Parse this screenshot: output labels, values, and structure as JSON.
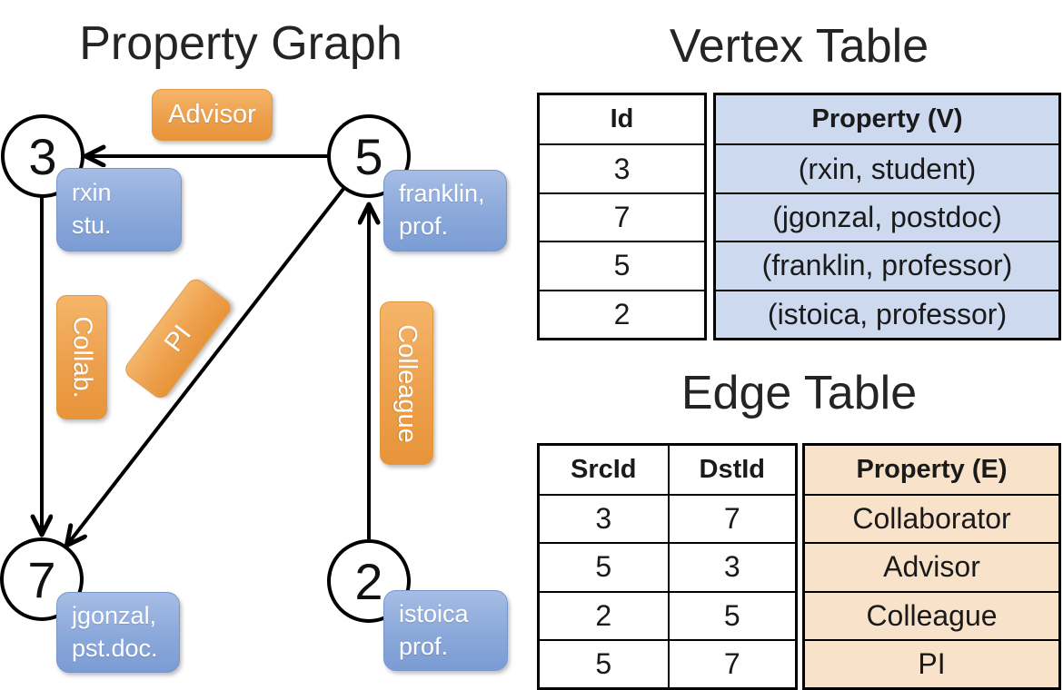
{
  "graph": {
    "title": "Property Graph",
    "nodes": {
      "n3": {
        "id": "3",
        "prop_line1": "rxin",
        "prop_line2": "stu."
      },
      "n5": {
        "id": "5",
        "prop_line1": "franklin,",
        "prop_line2": "prof."
      },
      "n7": {
        "id": "7",
        "prop_line1": "jgonzal,",
        "prop_line2": "pst.doc."
      },
      "n2": {
        "id": "2",
        "prop_line1": "istoica",
        "prop_line2": "prof."
      }
    },
    "edge_labels": {
      "advisor": "Advisor",
      "collab": "Collab.",
      "pi": "PI",
      "colleague": "Colleague"
    }
  },
  "vertex_table": {
    "title": "Vertex Table",
    "columns": {
      "id": "Id",
      "property": "Property (V)"
    },
    "rows": [
      {
        "id": "3",
        "property": "(rxin, student)"
      },
      {
        "id": "7",
        "property": "(jgonzal, postdoc)"
      },
      {
        "id": "5",
        "property": "(franklin, professor)"
      },
      {
        "id": "2",
        "property": "(istoica, professor)"
      }
    ]
  },
  "edge_table": {
    "title": "Edge Table",
    "columns": {
      "src": "SrcId",
      "dst": "DstId",
      "property": "Property (E)"
    },
    "rows": [
      {
        "src": "3",
        "dst": "7",
        "property": "Collaborator"
      },
      {
        "src": "5",
        "dst": "3",
        "property": "Advisor"
      },
      {
        "src": "2",
        "dst": "5",
        "property": "Colleague"
      },
      {
        "src": "5",
        "dst": "7",
        "property": "PI"
      }
    ]
  },
  "colors": {
    "edge_label_orange_top": "#f5b56a",
    "edge_label_orange_bottom": "#e8943a",
    "vertex_label_blue_top": "#a6bde5",
    "vertex_label_blue_bottom": "#7b9cd4",
    "vertex_table_property_bg": "#cdd9ef",
    "edge_table_property_bg": "#f8e2c9",
    "line_color": "#000000"
  }
}
